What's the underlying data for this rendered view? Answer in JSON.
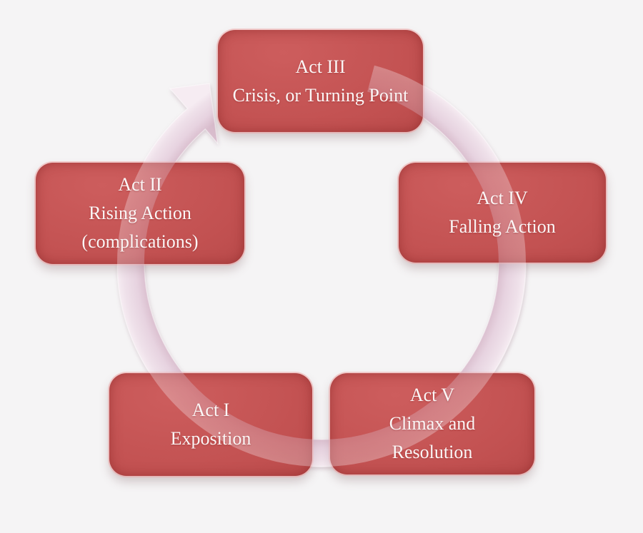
{
  "diagram": {
    "type": "cycle",
    "flow_direction": "clockwise",
    "background_color": "#f5f4f5",
    "node_fill_color": "#c25151",
    "node_text_color": "#fbf6f6",
    "arrow_fill_color": "#e9d6e2",
    "arrow_icon": "circular-arrow",
    "nodes": [
      {
        "id": "act-1",
        "title": "Act I",
        "lines": [
          "Exposition"
        ]
      },
      {
        "id": "act-2",
        "title": "Act II",
        "lines": [
          "Rising Action",
          "(complications)"
        ]
      },
      {
        "id": "act-3",
        "title": "Act III",
        "lines": [
          "Crisis, or Turning Point"
        ]
      },
      {
        "id": "act-4",
        "title": "Act IV",
        "lines": [
          "Falling Action"
        ]
      },
      {
        "id": "act-5",
        "title": "Act V",
        "lines": [
          "Climax and",
          "Resolution"
        ]
      }
    ]
  }
}
